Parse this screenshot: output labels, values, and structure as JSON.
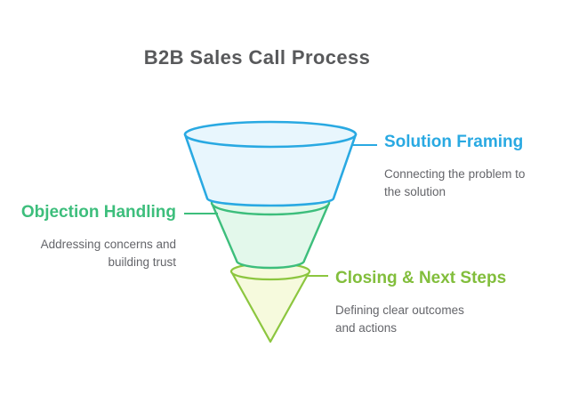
{
  "title": {
    "text": "B2B Sales Call Process",
    "color": "#58595B"
  },
  "description_color": "#64656A",
  "background_color": "#ffffff",
  "funnel": {
    "sections": [
      {
        "id": "solution-framing",
        "label": "Solution Framing",
        "description": "Connecting the problem to the solution",
        "description_lines": [
          "Connecting the problem to",
          "the solution"
        ],
        "stroke": "#29A9E2",
        "fill": "#E8F6FD",
        "label_color": "#29A9E2",
        "position": "top"
      },
      {
        "id": "objection-handling",
        "label": "Objection Handling",
        "description": "Addressing concerns and building trust",
        "description_lines": [
          "Addressing concerns and",
          "building trust"
        ],
        "stroke": "#3DBE7C",
        "fill": "#E3F8EB",
        "label_color": "#3DBE7C",
        "position": "middle"
      },
      {
        "id": "closing-next-steps",
        "label": "Closing & Next Steps",
        "description": "Defining clear outcomes and actions",
        "description_lines": [
          "Defining clear outcomes",
          "and actions"
        ],
        "stroke": "#8CC63F",
        "fill": "#F6FADD",
        "label_color": "#82BE3C",
        "position": "bottom"
      }
    ]
  }
}
